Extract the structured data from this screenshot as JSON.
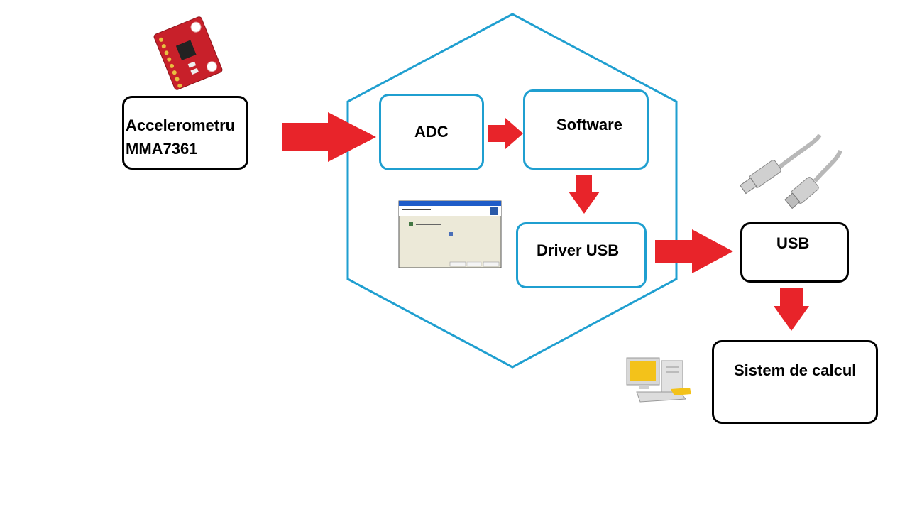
{
  "nodes": {
    "accelerometer": {
      "label": "Accelerometru\nMMA7361"
    },
    "adc": {
      "label": "ADC"
    },
    "software": {
      "label": "Software"
    },
    "driver_usb": {
      "label": "Driver USB"
    },
    "usb": {
      "label": "USB"
    },
    "computer_system": {
      "label": "Sistem de calcul"
    }
  },
  "colors": {
    "arrow": "#e8242a",
    "hexagon": "#1f9fd0",
    "black_box_border": "#000000",
    "blue_box_border": "#1f9fd0"
  },
  "icons": {
    "accelerometer_board": "accelerometer-board-icon",
    "usb_cable": "usb-cable-icon",
    "driver_wizard": "driver-install-window-icon",
    "computer": "desktop-computer-icon"
  }
}
